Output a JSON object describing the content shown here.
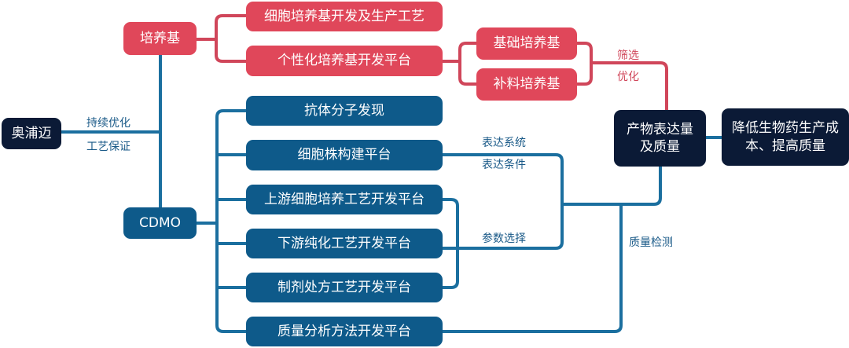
{
  "root": "奥浦迈",
  "root_labels": [
    "持续优化",
    "工艺保证"
  ],
  "medium": {
    "label": "培养基",
    "children": [
      "细胞培养基开发及生产工艺",
      "个性化培养基开发平台"
    ],
    "sub_children": [
      "基础培养基",
      "补料培养基"
    ],
    "link_labels": [
      "筛选",
      "优化"
    ]
  },
  "cdmo": {
    "label": "CDMO",
    "children": [
      "抗体分子发现",
      "细胞株构建平台",
      "上游细胞培养工艺开发平台",
      "下游纯化工艺开发平台",
      "制剂处方工艺开发平台",
      "质量分析方法开发平台"
    ],
    "link_labels": [
      "表达系统",
      "表达条件",
      "参数选择",
      "质量检测"
    ]
  },
  "outcome": "产物表达量及质量",
  "goal": "降低生物药生产成本、提高质量",
  "colors": {
    "red": "#e0475a",
    "blue": "#0e5a8a",
    "navy": "#0b1a36",
    "line_blue": "#1b6f9f"
  }
}
